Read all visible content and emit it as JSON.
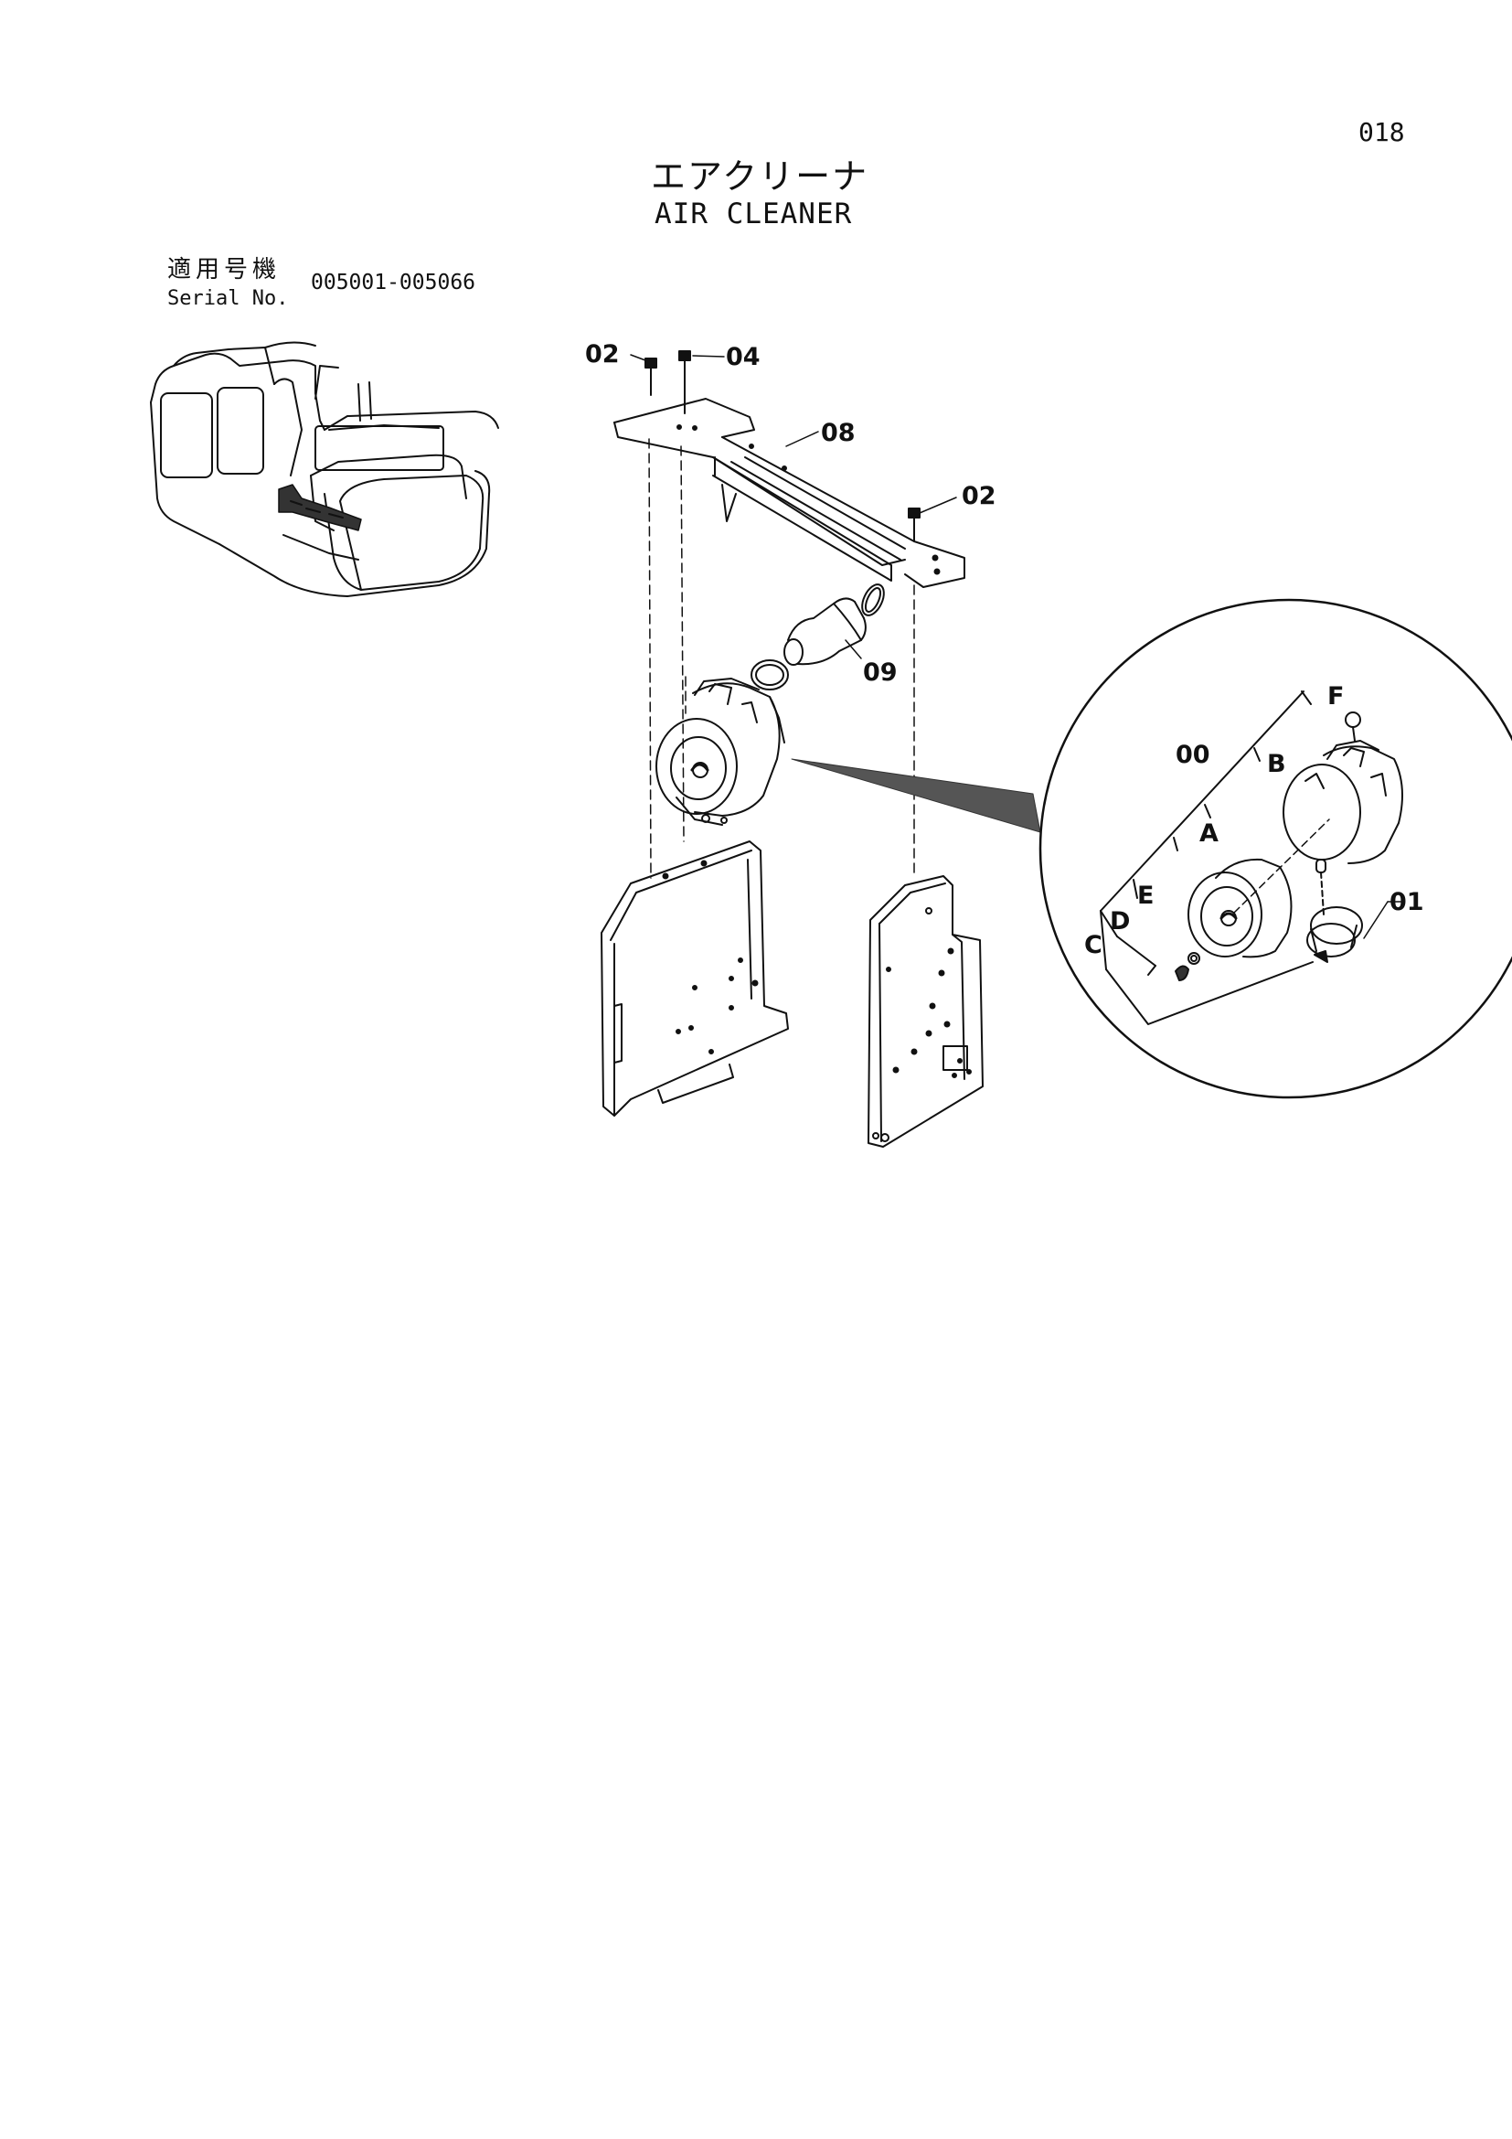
{
  "page_number": "018",
  "title_ja": "エアクリーナ",
  "title_en": "AIR CLEANER",
  "serial_label_ja": "適用号機",
  "serial_label_en": "Serial No.",
  "serial_range": "005001-005066",
  "callouts": {
    "bolt_left": "02",
    "bolt_long": "04",
    "bracket": "08",
    "bolt_right": "02",
    "hose": "09",
    "assembly": "00",
    "element": "A",
    "housing": "B",
    "part_c": "C",
    "part_d": "D",
    "part_e": "E",
    "indicator": "F",
    "valve": "01"
  },
  "colors": {
    "ink": "#111111",
    "paper": "#ffffff"
  }
}
